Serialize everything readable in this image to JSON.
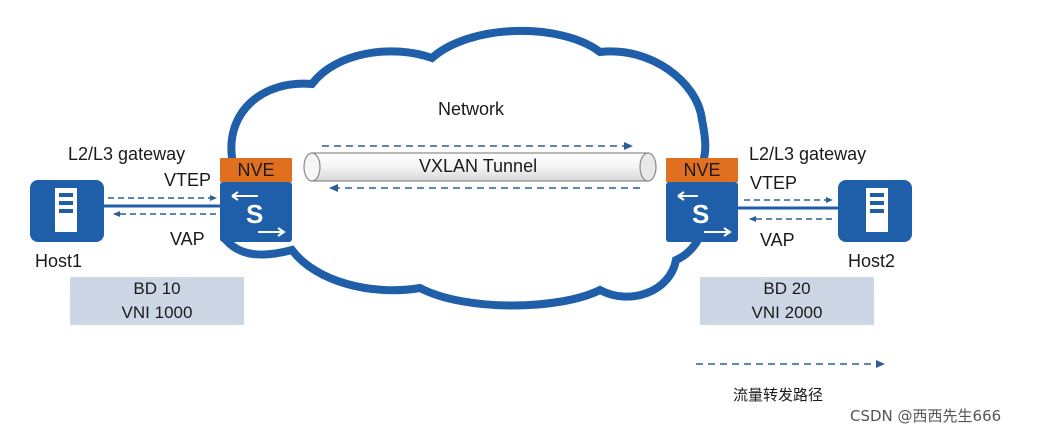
{
  "diagram": {
    "network_label": "Network",
    "tunnel_label": "VXLAN Tunnel",
    "left": {
      "gateway_label": "L2/L3 gateway",
      "vtep_label": "VTEP",
      "vap_label": "VAP",
      "nve_label": "NVE",
      "switch_letter": "S",
      "host_label": "Host1",
      "bd_label": "BD 10",
      "vni_label": "VNI 1000"
    },
    "right": {
      "gateway_label": "L2/L3 gateway",
      "vtep_label": "VTEP",
      "vap_label": "VAP",
      "nve_label": "NVE",
      "switch_letter": "S",
      "host_label": "Host2",
      "bd_label": "BD 20",
      "vni_label": "VNI 2000"
    },
    "legend_label": "流量转发路径",
    "watermark": "CSDN @西西先生666",
    "colors": {
      "cloud": "#1f5ea8",
      "device": "#1f5ea8",
      "nve": "#e0701f",
      "bd_box": "#cdd6e4",
      "arrow": "#2e5d9a"
    }
  }
}
